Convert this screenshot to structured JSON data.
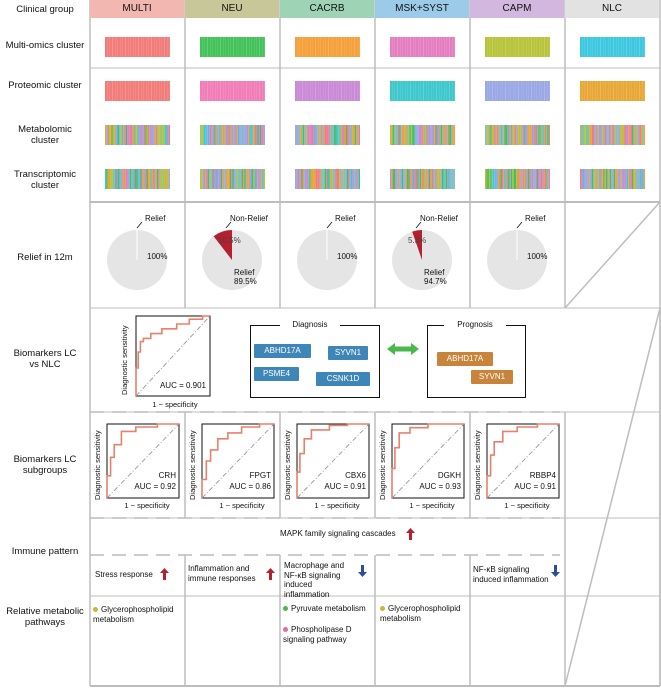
{
  "header": {
    "row_label": "Clinical group",
    "groups": [
      {
        "name": "MULTI",
        "color": "#f2b7b0"
      },
      {
        "name": "NEU",
        "color": "#c7c79a"
      },
      {
        "name": "CACRB",
        "color": "#9fd3b6"
      },
      {
        "name": "MSK+SYST",
        "color": "#9ccbe9"
      },
      {
        "name": "CAPM",
        "color": "#d2b8df"
      },
      {
        "name": "NLC",
        "color": "#e2e2e2"
      }
    ]
  },
  "rows": {
    "multi_omics": "Multi-omics cluster",
    "proteomic": "Proteomic cluster",
    "metabolomic": "Metabolomic cluster",
    "transcriptomic": "Transcriptomic cluster",
    "relief": "Relief in 12m",
    "biomarkers_vs": "Biomarkers LC vs NLC",
    "biomarkers_sub": "Biomarkers LC subgroups",
    "immune": "Immune pattern",
    "metabolic": "Relative metabolic pathways"
  },
  "colors": {
    "multi_omics": [
      "#f27c7a",
      "#44c25a",
      "#f5a03a",
      "#e57ec0",
      "#b8c43a",
      "#3ec8e0"
    ],
    "proteomic": [
      "#f27c7a",
      "#f07cb8",
      "#c98ad6",
      "#3ec8cc",
      "#9aa8e6",
      "#e8a838"
    ],
    "pie_relief": "#e5e5e5",
    "pie_nonrelief": "#b5202e",
    "chip_diag": "#3f86b8",
    "chip_prog": "#c8843a",
    "roc": "#e8806a",
    "up_arrow": "#b5202e",
    "down_arrow": "#2a4f9a",
    "double_arrow": "#4ab84a",
    "dot_yellow": "#c9b53a",
    "dot_green": "#4ab84a",
    "dot_pink": "#e56aa8"
  },
  "relief": {
    "relief_label": "Relief",
    "nonrelief_label": "Non-Relief",
    "pies": [
      {
        "nonrelief": 0.0,
        "pct_main": "100%",
        "pct_minor": ""
      },
      {
        "nonrelief": 0.105,
        "pct_main": "89.5%",
        "pct_minor": "10.5%",
        "main_name": "Relief"
      },
      {
        "nonrelief": 0.0,
        "pct_main": "100%",
        "pct_minor": ""
      },
      {
        "nonrelief": 0.053,
        "pct_main": "94.7%",
        "pct_minor": "5.3%",
        "main_name": "Relief"
      },
      {
        "nonrelief": 0.0,
        "pct_main": "100%",
        "pct_minor": ""
      }
    ]
  },
  "lc_vs_nlc": {
    "auc": "AUC = 0.901",
    "xlabel": "1 − specificity",
    "ylabel": "Diagnostic sensitivity",
    "diagnosis_title": "Diagnosis",
    "prognosis_title": "Prognosis",
    "diagnosis_genes": [
      "ABHD17A",
      "SYVN1",
      "PSME4",
      "CSNK1D"
    ],
    "prognosis_genes": [
      "ABHD17A",
      "SYVN1"
    ]
  },
  "subgroups": [
    {
      "gene": "CRH",
      "auc": "AUC = 0.92"
    },
    {
      "gene": "FPGT",
      "auc": "AUC = 0.86"
    },
    {
      "gene": "CBX6",
      "auc": "AUC = 0.91"
    },
    {
      "gene": "DGKH",
      "auc": "AUC = 0.93"
    },
    {
      "gene": "RBBP4",
      "auc": "AUC = 0.91"
    }
  ],
  "sub_axes": {
    "xlabel": "1 − specificity",
    "ylabel": "Diagnostic sensitivity"
  },
  "immune": {
    "mapk": "MAPK family signaling cascades",
    "stress": "Stress response",
    "inflammation": "Inflammation and immune responses",
    "macrophage": "Macrophage and NF-κB signaling induced inflammation",
    "nfkb": "NF-κB signaling induced inflammation"
  },
  "metabolic": {
    "multi": "Glycerophospholipid metabolism",
    "cacrb_1": "Pyruvate metabolism",
    "cacrb_2": "Phospholipase D signaling pathway",
    "msk": "Glycerophospholipid metabolism"
  }
}
